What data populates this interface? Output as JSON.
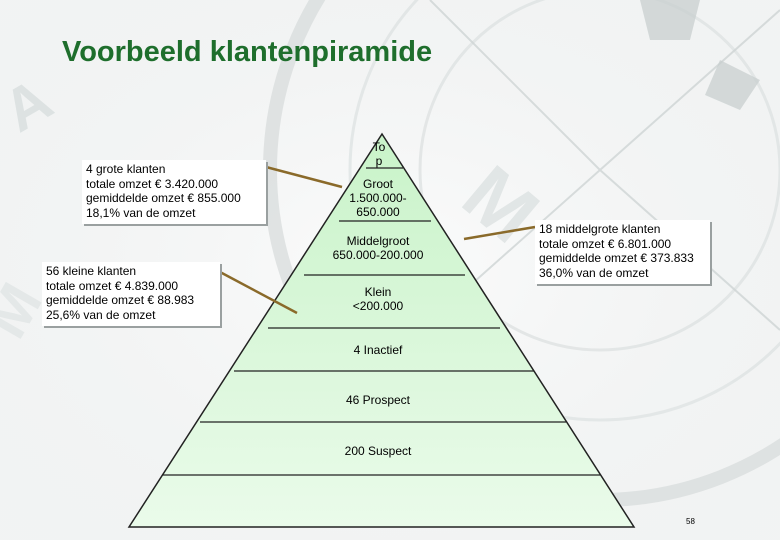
{
  "title": "Voorbeeld klantenpiramide",
  "pyramid": {
    "levels": [
      {
        "lines": [
          "To",
          "p"
        ]
      },
      {
        "lines": [
          "Groot",
          "1.500.000-",
          "650.000"
        ]
      },
      {
        "lines": [
          "Middelgroot",
          "650.000-200.000"
        ]
      },
      {
        "lines": [
          "Klein",
          "<200.000"
        ]
      },
      {
        "lines": [
          "4 Inactief"
        ]
      },
      {
        "lines": [
          "46 Prospect"
        ]
      },
      {
        "lines": [
          "200 Suspect"
        ]
      }
    ]
  },
  "callouts": {
    "groot": {
      "lines": [
        "4 grote klanten",
        "totale omzet € 3.420.000",
        "gemiddelde omzet € 855.000",
        "18,1% van de omzet"
      ]
    },
    "middelgroot": {
      "lines": [
        "18 middelgrote klanten",
        "totale omzet € 6.801.000",
        "gemiddelde omzet € 373.833",
        "36,0% van de omzet"
      ]
    },
    "klein": {
      "lines": [
        "56 kleine klanten",
        "totale omzet € 4.839.000",
        "gemiddelde omzet € 88.983",
        "25,6% van de omzet"
      ]
    }
  },
  "page_number": "58",
  "colors": {
    "title": "#1e6e2c",
    "pyramid_fill_top": "#c9f3c9",
    "pyramid_fill_bottom": "#e9fbe9",
    "connector": "#8a6a2a"
  }
}
